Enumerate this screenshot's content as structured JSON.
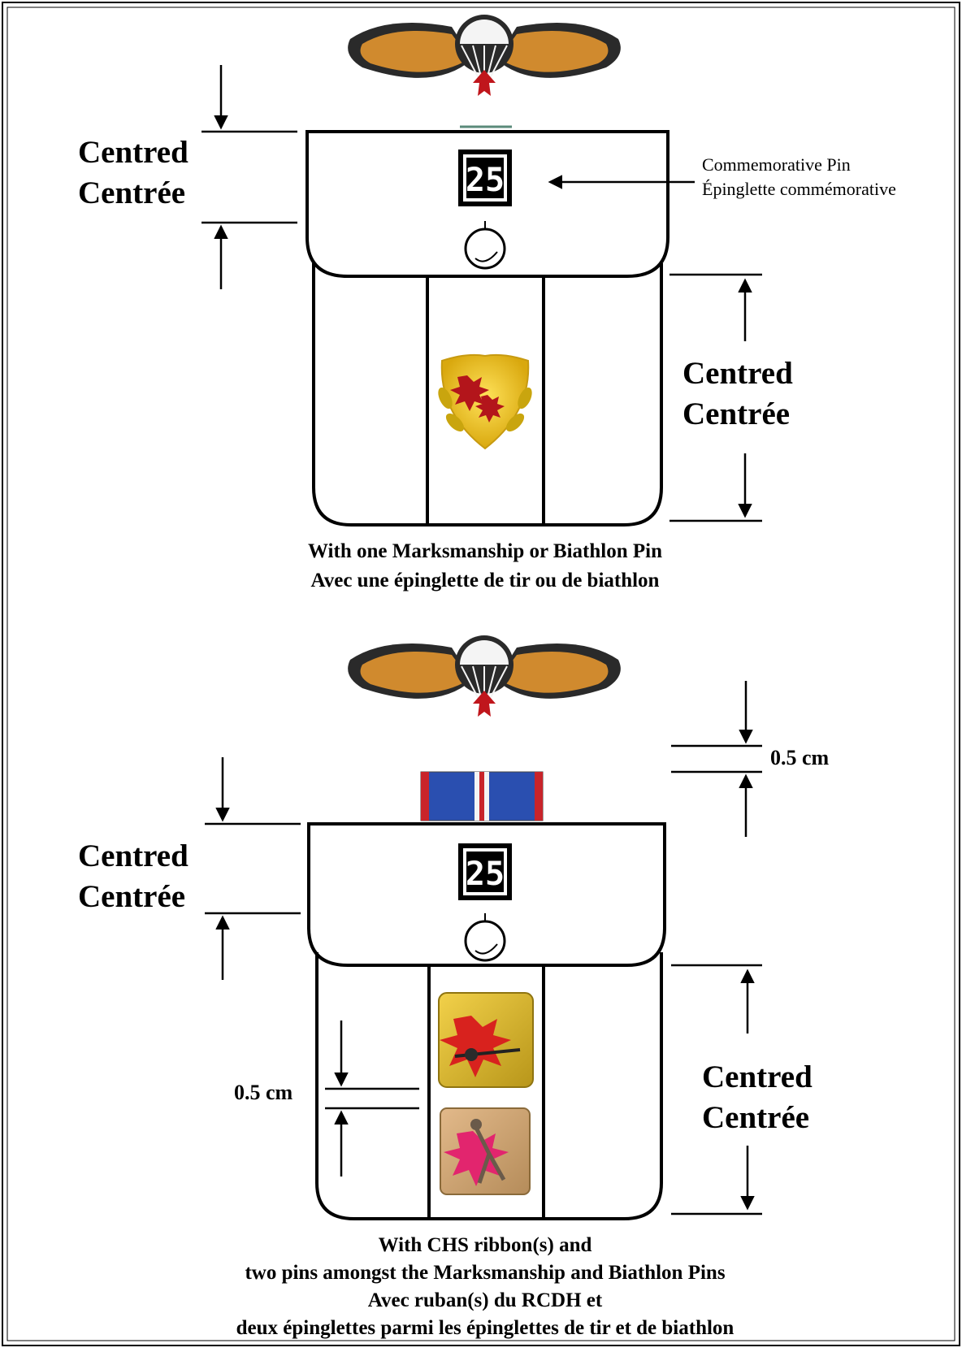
{
  "colors": {
    "line": "#000000",
    "wing_gold": "#d08a2e",
    "wing_dark": "#2a2a2a",
    "maple_red": "#c0161c",
    "pin_gold": "#e8c21a",
    "ribbon_blue": "#2a4fb0",
    "ribbon_red": "#c8242a"
  },
  "icons": {
    "badge": "parachute-wings-icon",
    "commemorative": "25-commemorative-pin-icon",
    "marksmanship": "marksmanship-pin-icon",
    "biathlon": "biathlon-pin-icon",
    "ribbon": "chs-ribbon-icon",
    "button": "pocket-button-icon"
  },
  "top_figure": {
    "left_dim": {
      "line1": "Centred",
      "line2": "Centrée"
    },
    "right_dim": {
      "line1": "Centred",
      "line2": "Centrée"
    },
    "pin_note": {
      "line1": "Commemorative Pin",
      "line2": "Épinglette commémorative"
    },
    "pin_code": "25",
    "caption": {
      "line1": "With one Marksmanship or Biathlon Pin",
      "line2": "Avec une épinglette de tir ou de biathlon"
    }
  },
  "bottom_figure": {
    "left_dim": {
      "line1": "Centred",
      "line2": "Centrée"
    },
    "right_dim": {
      "line1": "Centred",
      "line2": "Centrée"
    },
    "ribbon_gap": "0.5 cm",
    "pin_gap": "0.5 cm",
    "pin_code": "25",
    "caption": {
      "line1": "With CHS ribbon(s) and",
      "line2": "two pins amongst the Marksmanship and Biathlon Pins",
      "line3": "Avec ruban(s) du RCDH et",
      "line4": "deux épinglettes parmi les épinglettes de tir et de biathlon"
    }
  }
}
